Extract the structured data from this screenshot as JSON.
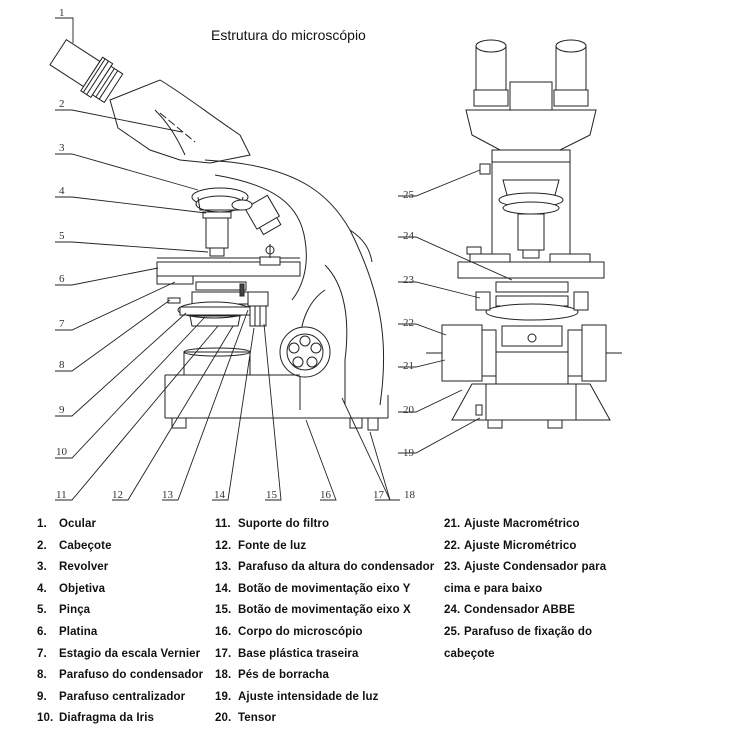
{
  "title": "Estrutura do microscópio",
  "callout_numbers": [
    "1",
    "2",
    "3",
    "4",
    "5",
    "6",
    "7",
    "8",
    "9",
    "10",
    "11",
    "12",
    "13",
    "14",
    "15",
    "16",
    "17",
    "18",
    "19",
    "20",
    "21",
    "22",
    "23",
    "24",
    "25"
  ],
  "legend": {
    "col1": [
      {
        "num": "1.",
        "label": "Ocular"
      },
      {
        "num": "2.",
        "label": "Cabeçote"
      },
      {
        "num": "3.",
        "label": "Revolver"
      },
      {
        "num": "4.",
        "label": "Objetiva"
      },
      {
        "num": "5.",
        "label": "Pinça"
      },
      {
        "num": "6.",
        "label": "Platina"
      },
      {
        "num": "7.",
        "label": "Estagio da escala Vernier"
      },
      {
        "num": "8.",
        "label": "Parafuso do condensador"
      },
      {
        "num": "9.",
        "label": "Parafuso centralizador"
      },
      {
        "num": "10.",
        "label": "Diafragma da Iris"
      }
    ],
    "col2": [
      {
        "num": "11.",
        "label": "Suporte do filtro"
      },
      {
        "num": "12.",
        "label": "Fonte de luz"
      },
      {
        "num": "13.",
        "label": "Parafuso da altura do condensador"
      },
      {
        "num": "14.",
        "label": "Botão de movimentação eixo Y"
      },
      {
        "num": "15.",
        "label": "Botão de movimentação eixo X"
      },
      {
        "num": "16.",
        "label": "Corpo do microscópio"
      },
      {
        "num": "17.",
        "label": "Base plástica traseira"
      },
      {
        "num": "18.",
        "label": "Pés de borracha"
      },
      {
        "num": "19.",
        "label": "Ajuste intensidade de luz"
      },
      {
        "num": "20.",
        "label": "Tensor"
      }
    ],
    "col3": [
      {
        "num": "21.",
        "label": "Ajuste Macrométrico"
      },
      {
        "num": "22.",
        "label": "Ajuste Micrométrico"
      },
      {
        "num": "23.",
        "label": "Ajuste Condensador para"
      },
      {
        "num": "",
        "label": "cima e para baixo"
      },
      {
        "num": "24.",
        "label": "Condensador ABBE"
      },
      {
        "num": "25.",
        "label": "Parafuso de fixação do"
      },
      {
        "num": "",
        "label": "cabeçote"
      }
    ]
  }
}
